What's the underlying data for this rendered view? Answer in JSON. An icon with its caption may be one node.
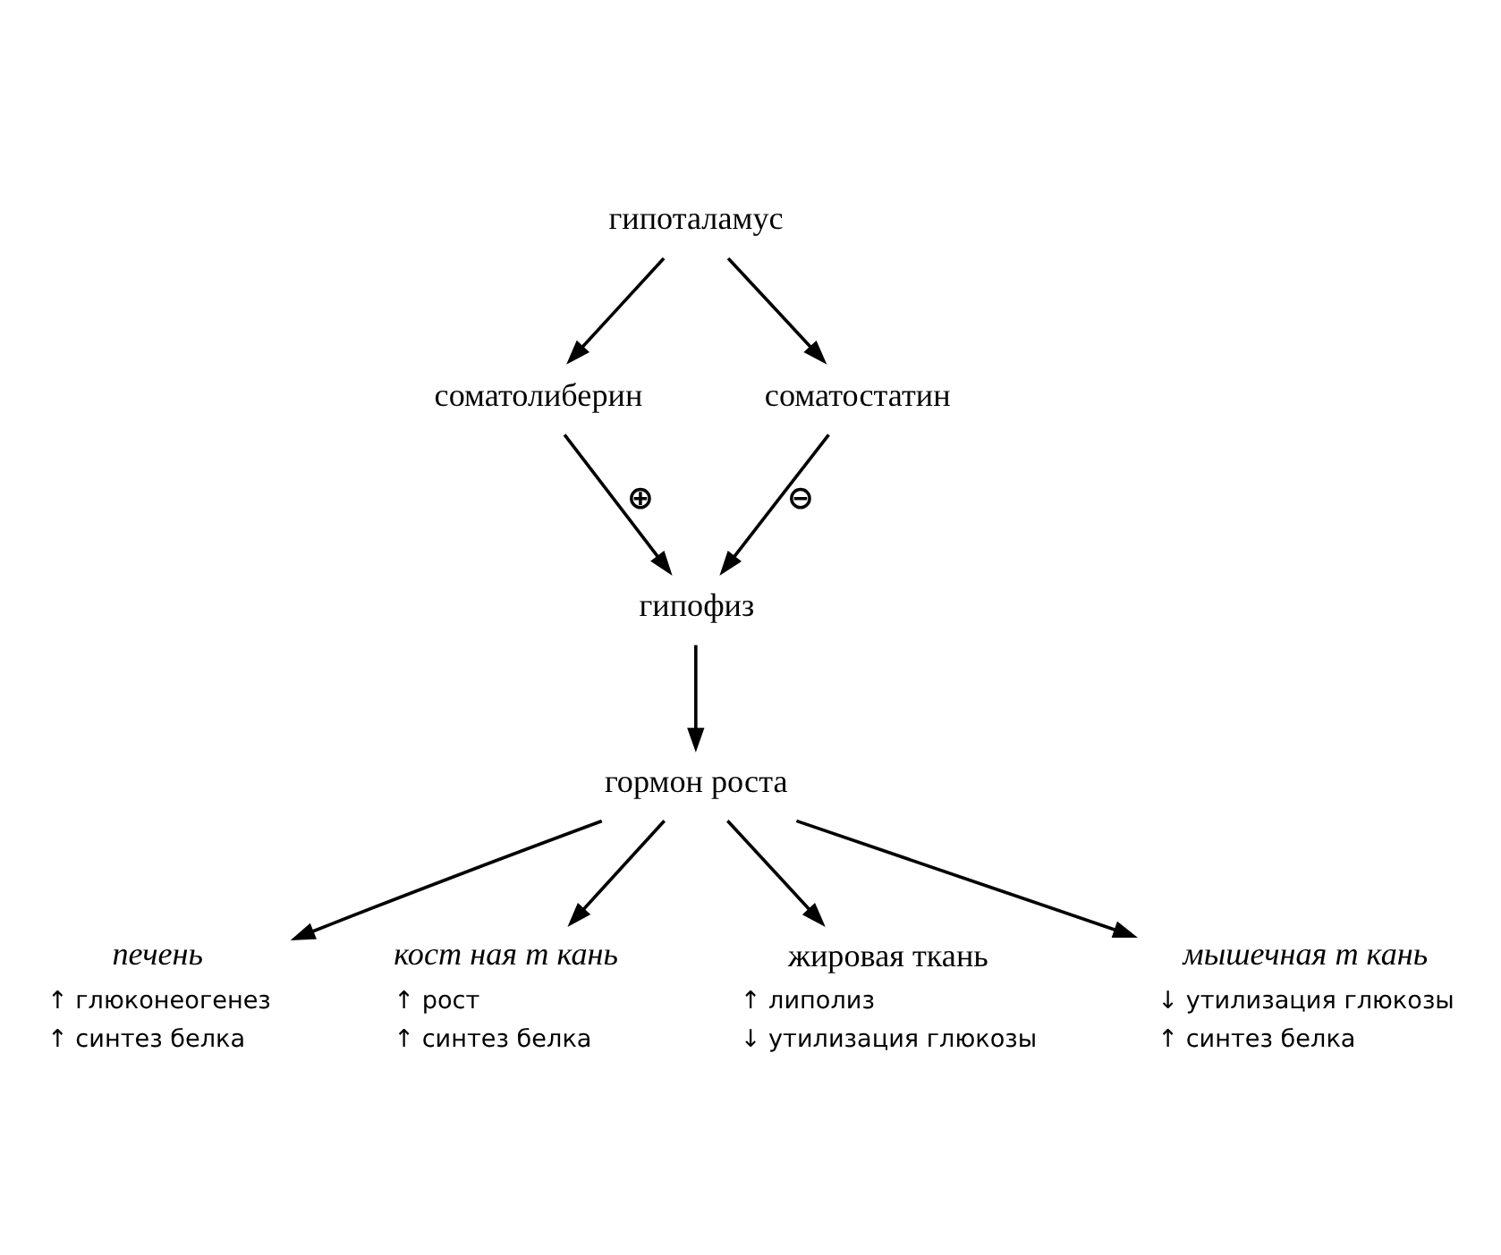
{
  "diagram": {
    "nodes": [
      {
        "text": [
          "гипоталамус"
        ]
      },
      {
        "text": [
          "соматолиберин"
        ]
      },
      {
        "text": [
          "соматостатин"
        ]
      },
      {
        "text": [
          "гипофиз"
        ]
      },
      {
        "text": [
          "гормон роста"
        ]
      },
      {
        "text": [
          "печень"
        ],
        "beside": [
          "↑ глюконеогенез",
          "↑ синтез белка"
        ]
      },
      {
        "text": [
          "кост ная т кань"
        ],
        "beside": [
          "↑ рост",
          "↑ синтез белка"
        ]
      },
      {
        "text": [
          "жировая ткань"
        ],
        "beside": [
          "↑ липолиз",
          "↓ утилизация глюкозы"
        ]
      },
      {
        "text": [
          "мышечная т кань"
        ],
        "beside": [
          "↓ утилизация глюкозы",
          "↑ синтез белка"
        ]
      }
    ],
    "edges": [
      {
        "from": 0,
        "to": 1,
        "arrow": "to"
      },
      {
        "from": 0,
        "to": 2,
        "arrow": "to"
      },
      {
        "from": 1,
        "to": 3,
        "arrow": "to",
        "label": "⊕"
      },
      {
        "from": 2,
        "to": 3,
        "arrow": "to",
        "label": "⊖"
      },
      {
        "from": 3,
        "to": 4,
        "arrow": "to"
      },
      {
        "from": 4,
        "to": 5,
        "arrow": "to"
      },
      {
        "from": 4,
        "to": 6,
        "arrow": "to"
      },
      {
        "from": 4,
        "to": 7,
        "arrow": "to"
      },
      {
        "from": 4,
        "to": 8,
        "arrow": "to"
      }
    ]
  }
}
